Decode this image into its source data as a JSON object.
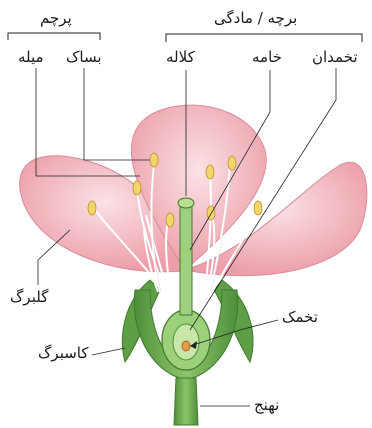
{
  "groups": {
    "stamen": "پرچم",
    "pistil": "برچه / مادگی"
  },
  "labels": {
    "anther": "بساک",
    "filament": "میله",
    "stigma": "کلاله",
    "style": "خامه",
    "ovary": "تخمدان",
    "petal": "گلبرگ",
    "ovule": "تخمک",
    "sepal": "کاسبرگ",
    "receptacle": "نهنج"
  },
  "colors": {
    "petal": "#f2b8c0",
    "petal_edge": "#d98d98",
    "green": "#6aa84f",
    "dark_green": "#3f7a2e",
    "anther": "#f3d56a",
    "line": "#222222"
  }
}
